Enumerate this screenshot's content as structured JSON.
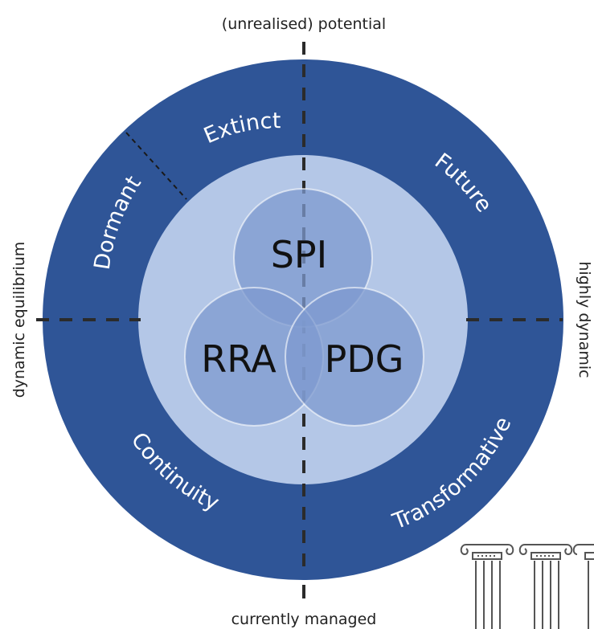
{
  "axes": {
    "top": "(unrealised) potential",
    "bottom": "currently managed",
    "left": "dynamic equilibrium",
    "right": "highly dynamic"
  },
  "segments": {
    "extinct": "Extinct",
    "dormant": "Dormant",
    "future": "Future",
    "continuity": "Continuity",
    "transformative": "Transformative"
  },
  "circles": {
    "spi": "SPI",
    "rra": "RRA",
    "pdg": "PDG"
  },
  "colors": {
    "outer_ring": "#2f5597",
    "inner_disc": "#b4c7e7",
    "circle_fill": "#7d99cf",
    "axis_line": "#2b2b2b"
  },
  "icons": [
    "ionic-column-icon",
    "ionic-column-icon",
    "ionic-column-icon"
  ]
}
